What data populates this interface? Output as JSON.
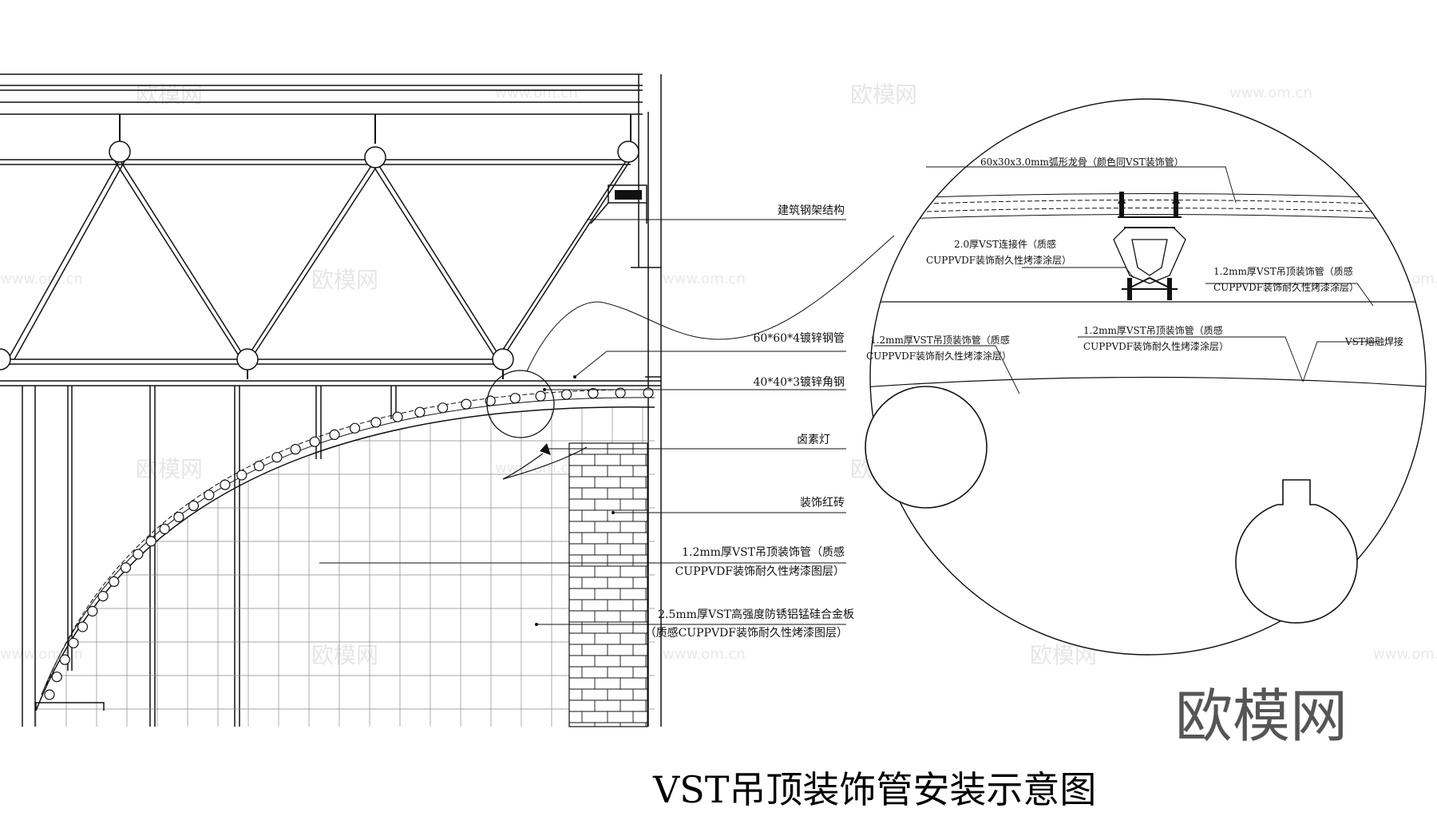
{
  "title": "VST吊顶装饰管安装示意图",
  "logo": "欧模网",
  "watermark": {
    "brand": "欧模网",
    "url": "www.om.cn"
  },
  "labels": {
    "steel_structure": "建筑钢架结构",
    "galv_tube": "60*60*4镀锌钢管",
    "galv_angle": "40*40*3镀锌角钢",
    "halogen_lamp": "卤素灯",
    "red_brick": "装饰红砖",
    "deco_tube_l1": "1.2mm厚VST吊顶装饰管（质感",
    "deco_tube_l2": "CUPPVDF装饰耐久性烤漆图层）",
    "alloy_panel_l1": "2.5mm厚VST高强度防锈铝锰硅合金板",
    "alloy_panel_l2": "（质感CUPPVDF装饰耐久性烤漆图层）"
  },
  "detail": {
    "keel": "60x30x3.0mm弧形龙骨（颜色同VST装饰管）",
    "connector_l1": "2.0厚VST连接件（质感",
    "connector_l2": "CUPPVDF装饰耐久性烤漆涂层）",
    "tube_right_l1": "1.2mm厚VST吊顶装饰管（质感",
    "tube_right_l2": "CUPPVDF装饰耐久性烤漆涂层）",
    "tube_left_l1": "1.2mm厚VST吊顶装饰管（质感",
    "tube_left_l2": "CUPPVDF装饰耐久性烤漆涂层）",
    "tube_mid_l1": "1.2mm厚VST吊顶装饰管（质感",
    "tube_mid_l2": "CUPPVDF装饰耐久性烤漆涂层）",
    "weld": "VST熔融焊接"
  }
}
